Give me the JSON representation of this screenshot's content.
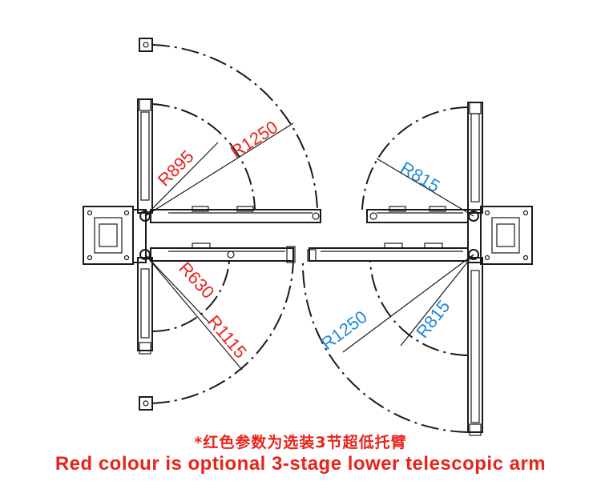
{
  "colors": {
    "red": "#e8231c",
    "blue": "#1f8ad8",
    "line": "#1a1a1a"
  },
  "labels": {
    "left_upper_inner": "R895",
    "left_upper_outer": "R1250",
    "left_lower_inner": "R630",
    "left_lower_outer": "R1115",
    "right_upper": "R815",
    "right_lower_outer": "R1250",
    "right_lower_inner": "R815"
  },
  "caption": {
    "chinese": "*红色参数为选装3节超低托臂",
    "english": "Red colour is optional 3-stage lower telescopic arm"
  }
}
